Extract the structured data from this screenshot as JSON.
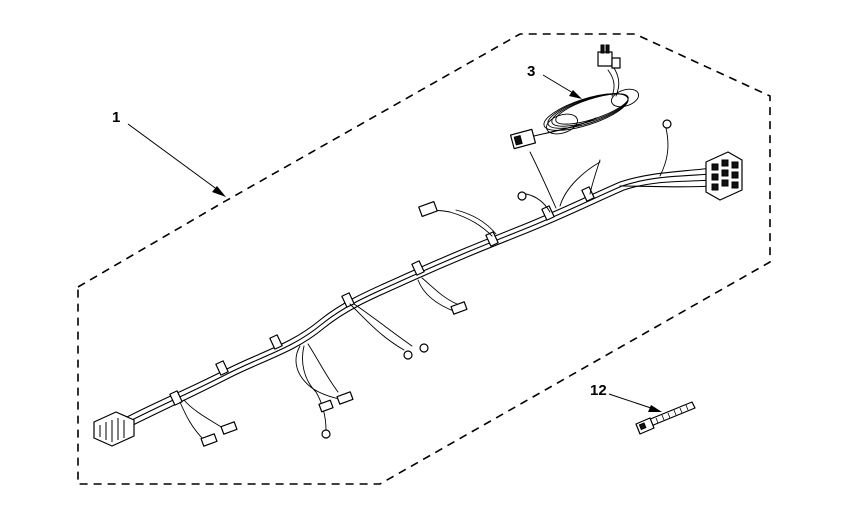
{
  "callouts": {
    "assembly": "1",
    "coiled_lead": "3",
    "cable_tie": "12"
  }
}
